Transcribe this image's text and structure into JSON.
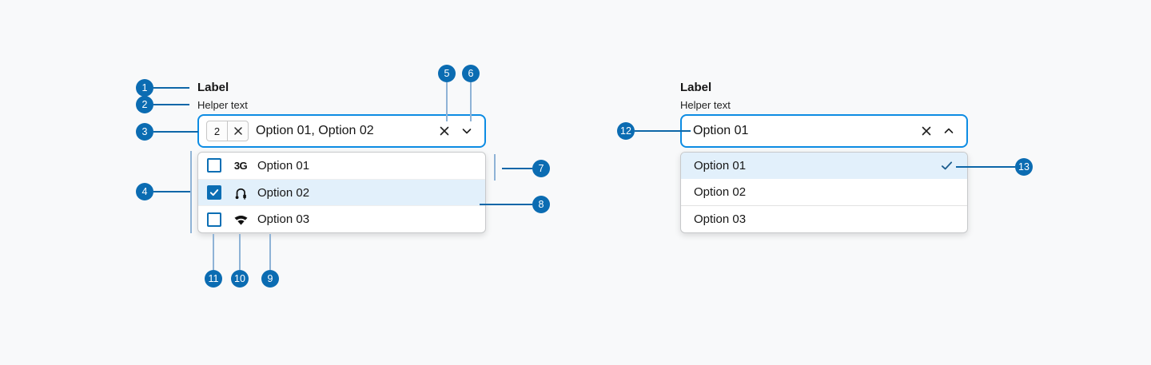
{
  "colors": {
    "background": "#f8f9fa",
    "accent_blue": "#0b6cb2",
    "focus_border_blue": "#0d8ce3",
    "connector_dark_blue": "#0e67a8",
    "connector_light_blue": "#8fb3d6",
    "highlight_row": "#e2f0fb",
    "checkbox_blue": "#0b6eb4",
    "checkmark_blue": "#1c5d8f",
    "text": "#161616"
  },
  "left_component": {
    "label": "Label",
    "helper_text": "Helper text",
    "input": {
      "tag_count": "2",
      "value": "Option 01, Option 02"
    },
    "options": [
      {
        "label": "Option 01",
        "icon": "3g-icon",
        "icon_text": "3G",
        "checked": false,
        "highlighted": false
      },
      {
        "label": "Option 02",
        "icon": "usb-cable-icon",
        "checked": true,
        "highlighted": true
      },
      {
        "label": "Option 03",
        "icon": "wifi-icon",
        "checked": false,
        "highlighted": false
      }
    ]
  },
  "right_component": {
    "label": "Label",
    "helper_text": "Helper text",
    "input": {
      "value": "Option 01"
    },
    "options": [
      {
        "label": "Option 01",
        "selected": true,
        "highlighted": true
      },
      {
        "label": "Option 02",
        "selected": false,
        "highlighted": false
      },
      {
        "label": "Option 03",
        "selected": false,
        "highlighted": false
      }
    ]
  },
  "callouts": {
    "numbers": [
      "1",
      "2",
      "3",
      "4",
      "5",
      "6",
      "7",
      "8",
      "9",
      "10",
      "11",
      "12",
      "13"
    ]
  }
}
